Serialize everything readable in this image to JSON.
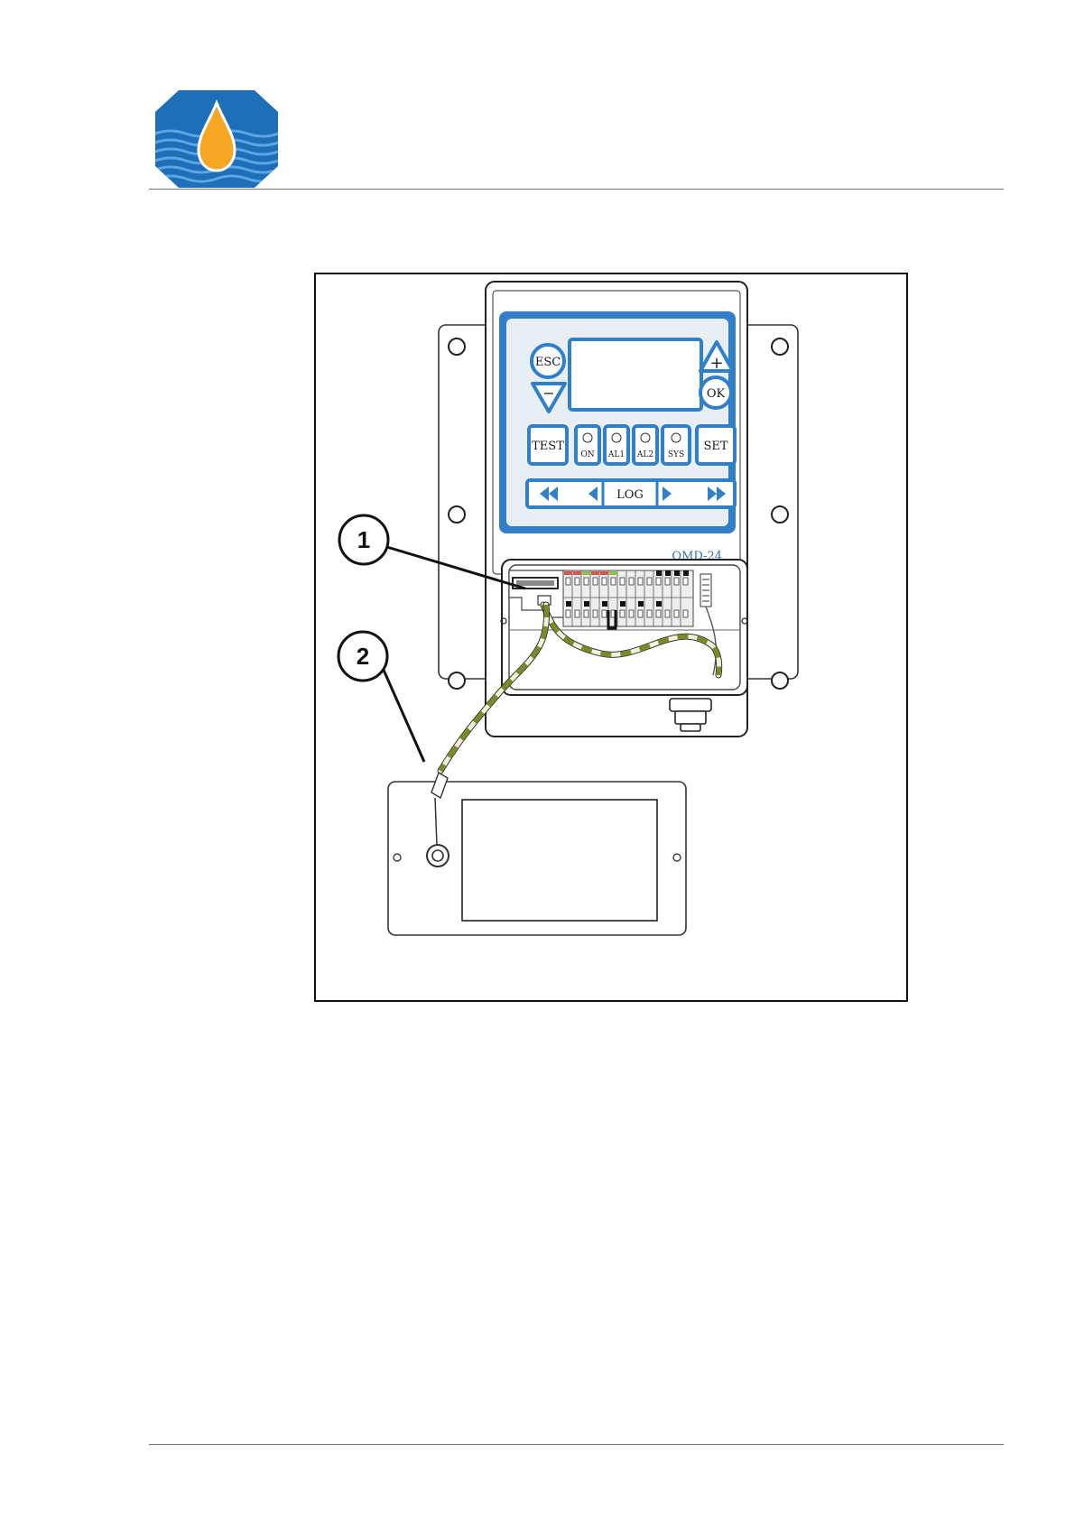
{
  "header": {
    "logo_icon": "oil-drop-on-water-icon",
    "colors": {
      "logo_blue": "#1f6fb8",
      "logo_drop": "#f5a623",
      "panel_blue": "#2f80c8"
    }
  },
  "figure": {
    "keypad": {
      "esc": "ESC",
      "plus": "+",
      "minus": "−",
      "ok": "OK",
      "test": "TEST",
      "on": "ON",
      "al1": "AL1",
      "al2": "AL2",
      "sys": "SYS",
      "set": "SET",
      "log": "LOG"
    },
    "model_label": "OMD-24",
    "callouts": {
      "one": "1",
      "two": "2"
    }
  }
}
